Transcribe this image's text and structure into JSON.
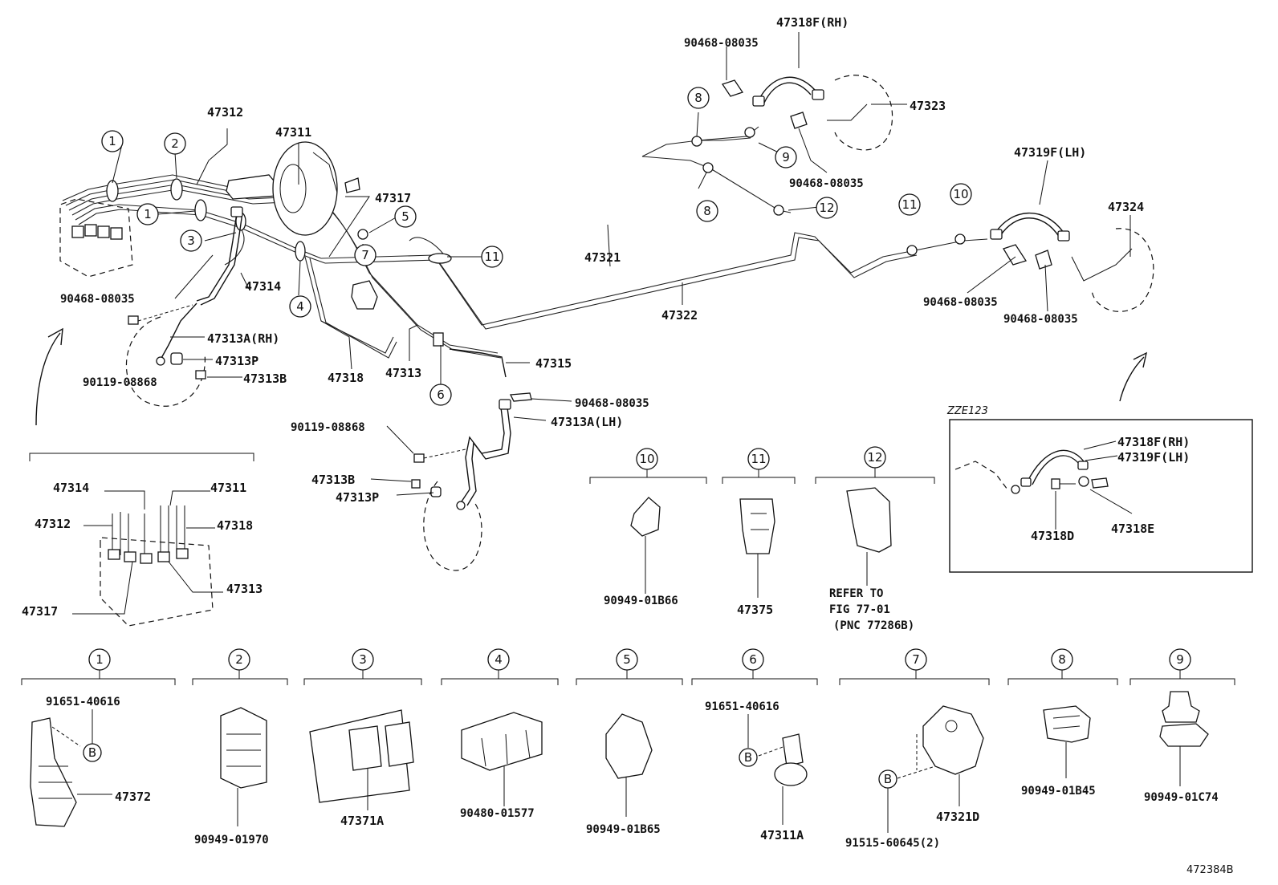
{
  "drawing_code": "472384B",
  "variant_label": "ZZE123",
  "note_refer": [
    "REFER TO",
    "FIG 77-01",
    "(PNC 77286B)"
  ],
  "callout_B": "B",
  "labels": {
    "p47312": "47312",
    "p47311": "47311",
    "p47317": "47317",
    "p47314": "47314",
    "p90468_a": "90468-08035",
    "p47313A_rh": "47313A(RH)",
    "p47313P_a": "47313P",
    "p90119_a": "90119-08868",
    "p47313B_a": "47313B",
    "p47318": "47318",
    "p47313": "47313",
    "p47315": "47315",
    "p90468_b": "90468-08035",
    "p47313A_lh": "47313A(LH)",
    "p90119_b": "90119-08868",
    "p47313B_b": "47313B",
    "p47313P_b": "47313P",
    "p47321": "47321",
    "p47322": "47322",
    "p47318F_rh": "47318F(RH)",
    "p90468_c": "90468-08035",
    "p47323": "47323",
    "p90468_d": "90468-08035",
    "p47319F_lh": "47319F(LH)",
    "p47324": "47324",
    "p90468_e": "90468-08035",
    "p90468_f": "90468-08035",
    "box_47318F": "47318F(RH)",
    "box_47319F": "47319F(LH)",
    "box_47318D": "47318D",
    "box_47318E": "47318E",
    "d_47314": "47314",
    "d_47311": "47311",
    "d_47312": "47312",
    "d_47318": "47318",
    "d_47313": "47313",
    "d_47317": "47317",
    "c10_part": "90949-01B66",
    "c11_part": "47375",
    "c1_bolt": "91651-40616",
    "c1_part": "47372",
    "c2_part": "90949-01970",
    "c3_part": "47371A",
    "c4_part": "90480-01577",
    "c5_part": "90949-01B65",
    "c6_bolt": "91651-40616",
    "c6_part": "47311A",
    "c7_bolt": "91515-60645(2)",
    "c7_part": "47321D",
    "c8_part": "90949-01B45",
    "c9_part": "90949-01C74"
  },
  "callouts": {
    "n1": "1",
    "n2": "2",
    "n3": "3",
    "n4": "4",
    "n5": "5",
    "n6": "6",
    "n7": "7",
    "n8": "8",
    "n9": "9",
    "n10": "10",
    "n11": "11",
    "n12": "12"
  }
}
